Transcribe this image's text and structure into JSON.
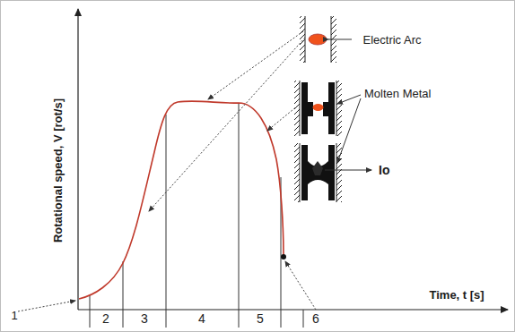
{
  "diagram": {
    "labels": [
      "Rotational speed, V [rot/s]",
      "Time, t [s]",
      "1",
      "2",
      "3",
      "4",
      "5",
      "6",
      "Electric Arc",
      "Molten Metal",
      "Io"
    ]
  }
}
